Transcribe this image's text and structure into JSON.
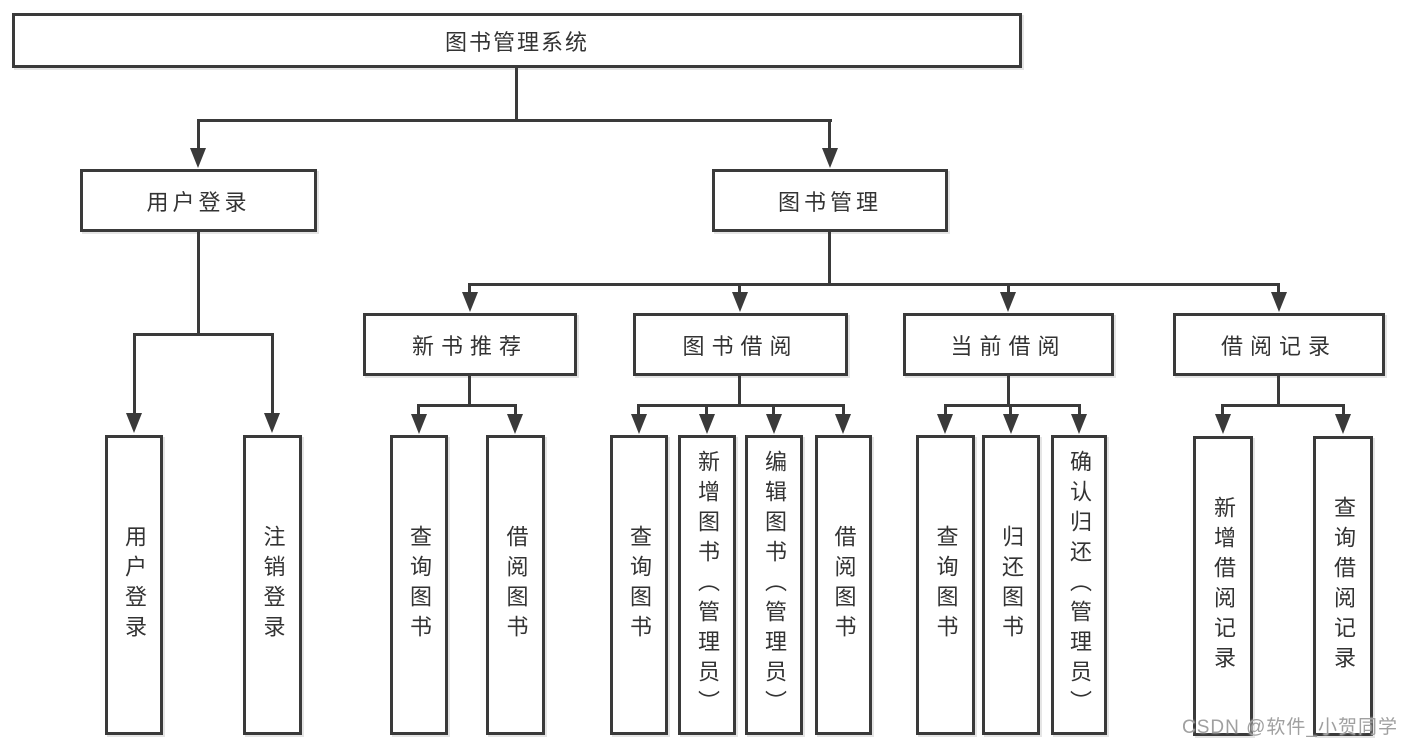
{
  "tree": {
    "root": "图书管理系统",
    "login": {
      "label": "用户登录",
      "children": [
        "用户登录",
        "注销登录"
      ]
    },
    "mgmt": {
      "label": "图书管理",
      "groups": [
        {
          "label": "新书推荐",
          "children": [
            "查询图书",
            "借阅图书"
          ]
        },
        {
          "label": "图书借阅",
          "children": [
            "查询图书",
            "新增图书（管理员）",
            "编辑图书（管理员）",
            "借阅图书"
          ]
        },
        {
          "label": "当前借阅",
          "children": [
            "查询图书",
            "归还图书",
            "确认归还（管理员）"
          ]
        },
        {
          "label": "借阅记录",
          "children": [
            "新增借阅记录",
            "查询借阅记录"
          ]
        }
      ]
    }
  },
  "watermark": "CSDN @软件_小贺同学",
  "colors": {
    "line": "#3a3a3a",
    "text": "#333333",
    "watermark": "#a0a0a0",
    "background": "#ffffff"
  }
}
